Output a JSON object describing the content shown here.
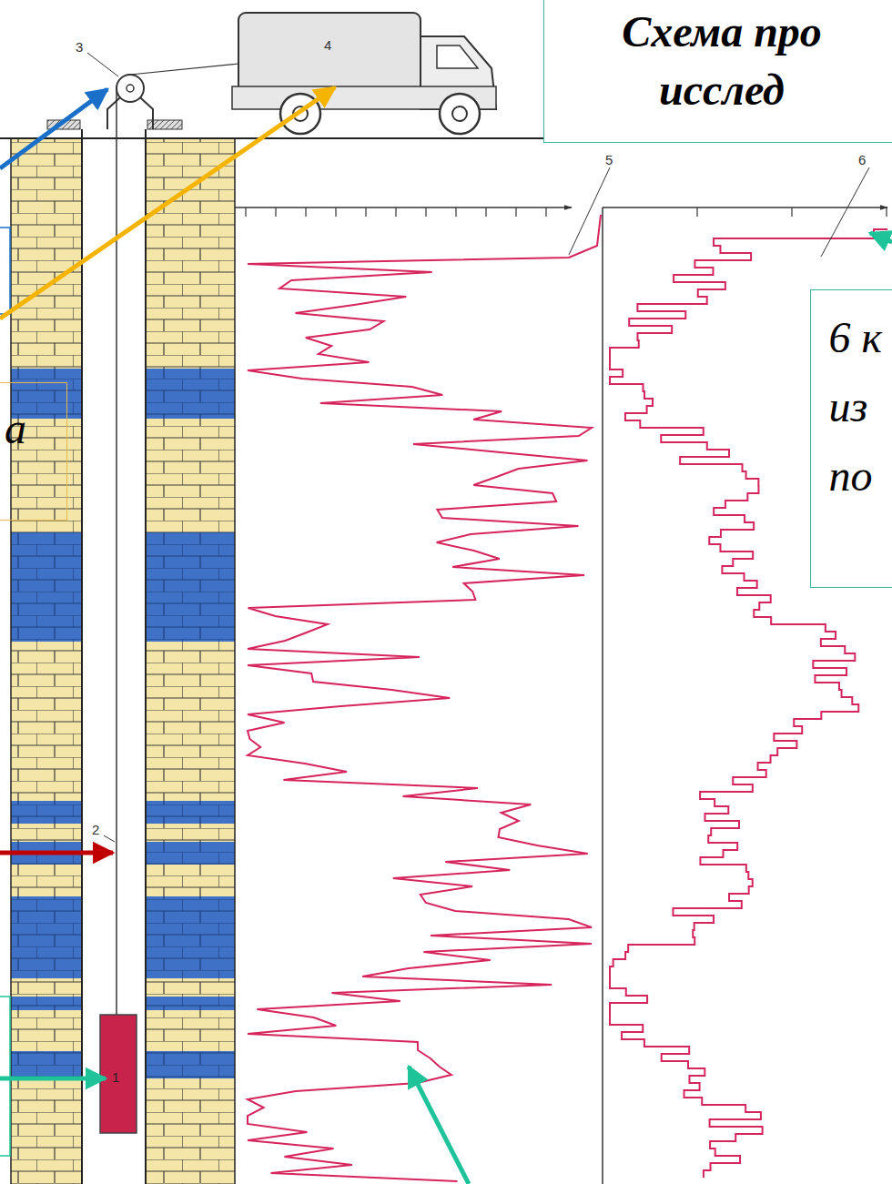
{
  "diagram": {
    "title": "Схема про исслед",
    "nodes": [
      {
        "text": [
          "6 к из по"
        ]
      },
      {
        "text": [
          "а"
        ]
      }
    ],
    "labels": [
      "3",
      "4",
      "5",
      "6",
      "2",
      "1"
    ]
  }
}
